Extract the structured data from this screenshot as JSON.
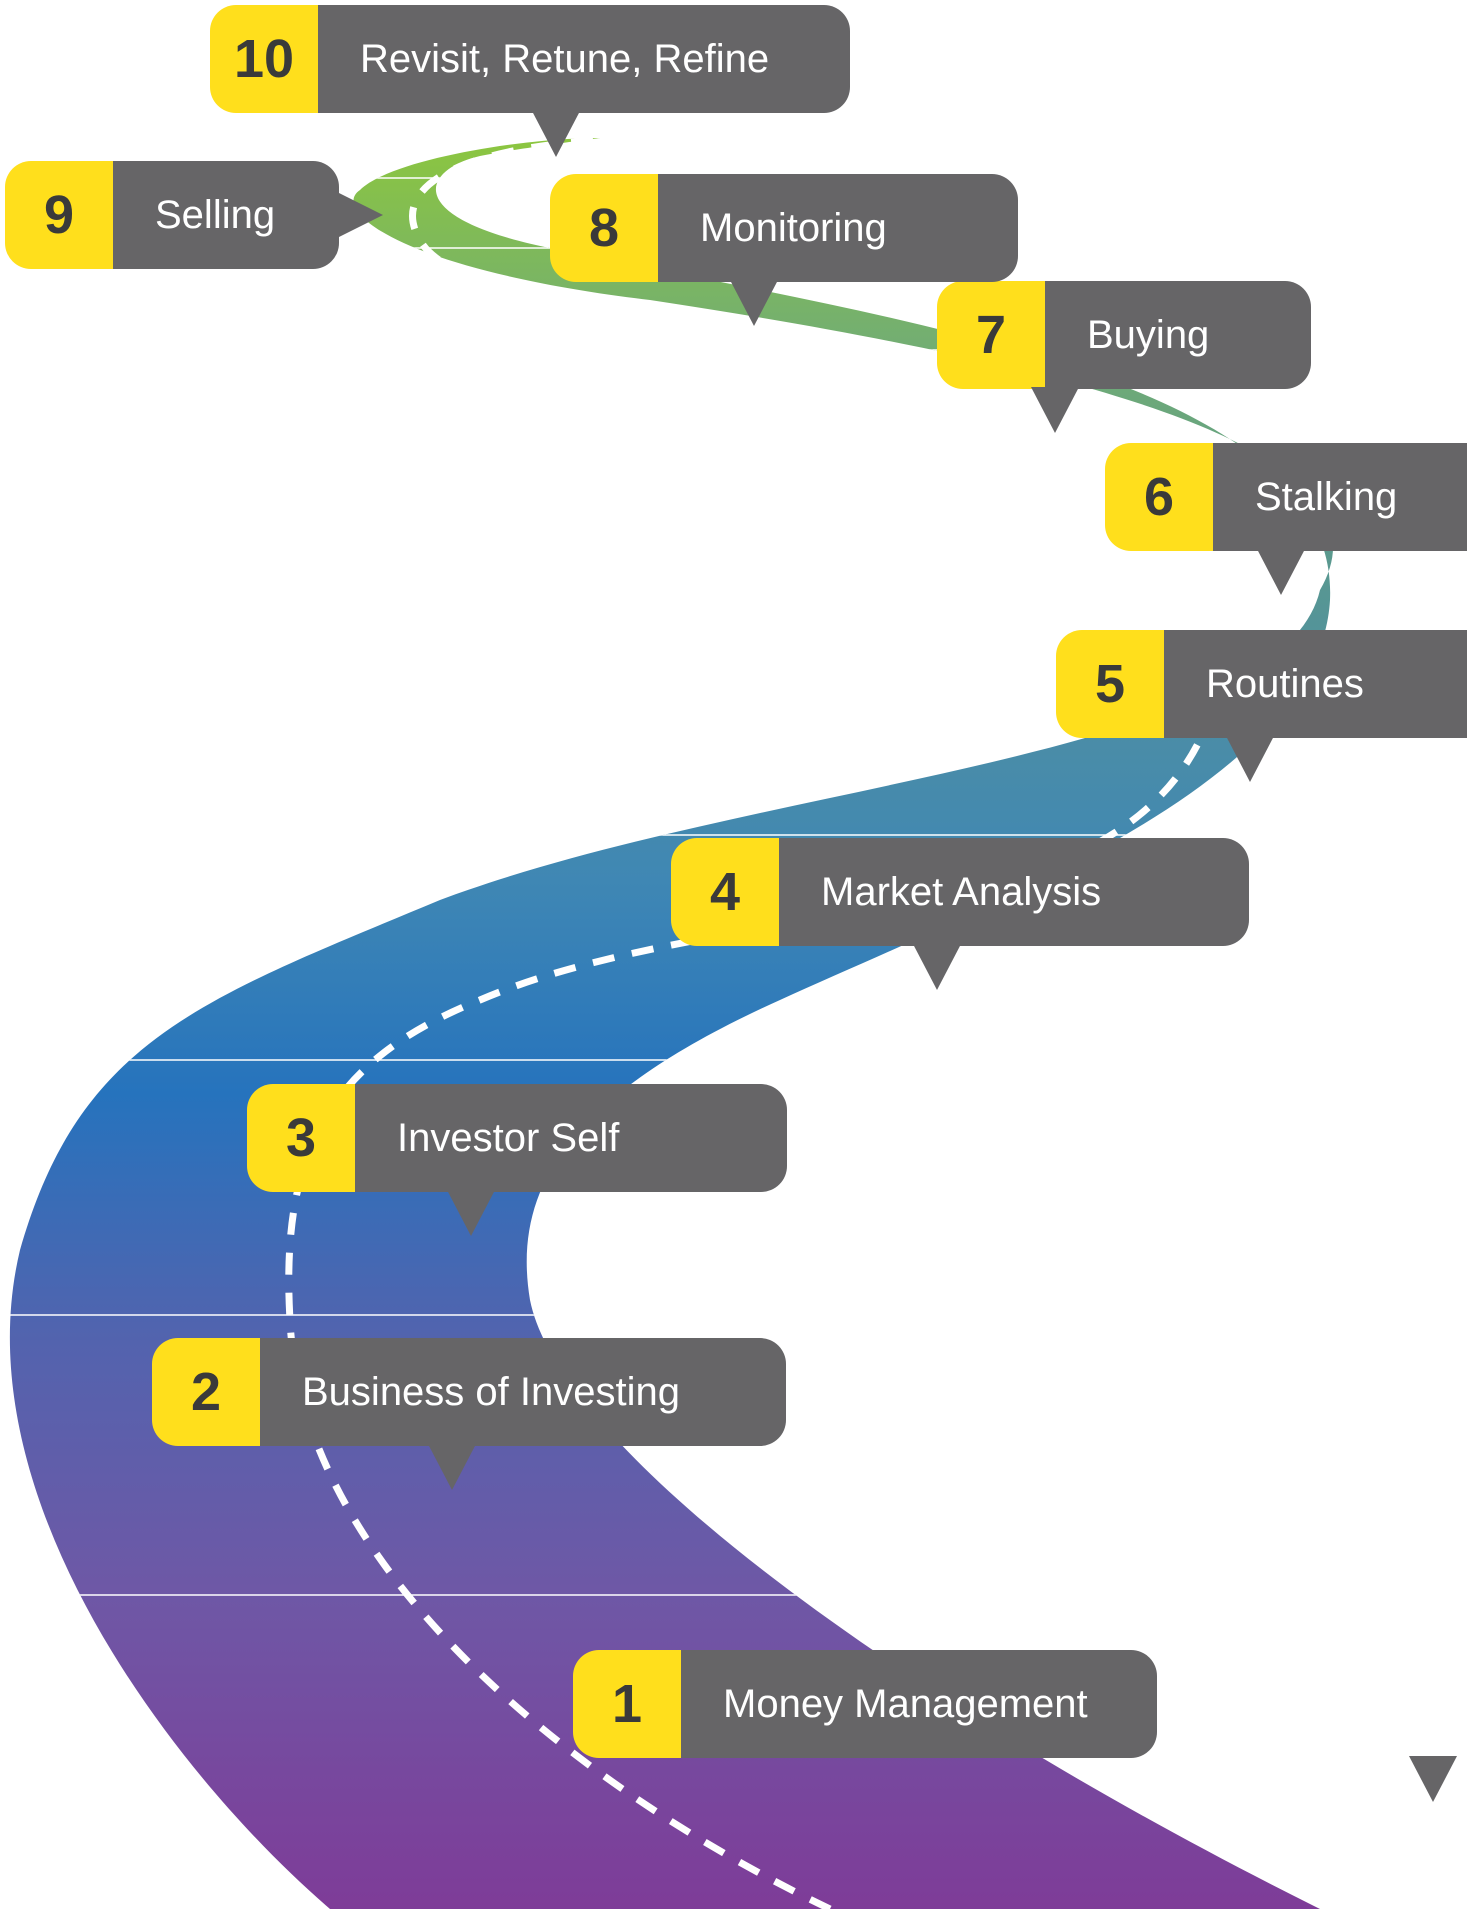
{
  "colors": {
    "badge": "#ffdf1c",
    "label_bg": "#666567",
    "label_text": "#ffffff",
    "dash": "#ffffff",
    "road_gradient": [
      "#7e3c98",
      "#6e58a6",
      "#5363ae",
      "#2673bd",
      "#3f87b4",
      "#4d8ea4",
      "#5d9b8a",
      "#72ad74",
      "#8cc63f"
    ]
  },
  "steps": [
    {
      "number": "1",
      "label": "Money Management"
    },
    {
      "number": "2",
      "label": "Business of Investing"
    },
    {
      "number": "3",
      "label": "Investor Self"
    },
    {
      "number": "4",
      "label": "Market Analysis"
    },
    {
      "number": "5",
      "label": "Routines"
    },
    {
      "number": "6",
      "label": "Stalking"
    },
    {
      "number": "7",
      "label": "Buying"
    },
    {
      "number": "8",
      "label": "Monitoring"
    },
    {
      "number": "9",
      "label": "Selling"
    },
    {
      "number": "10",
      "label": "Revisit, Retune, Refine"
    }
  ]
}
